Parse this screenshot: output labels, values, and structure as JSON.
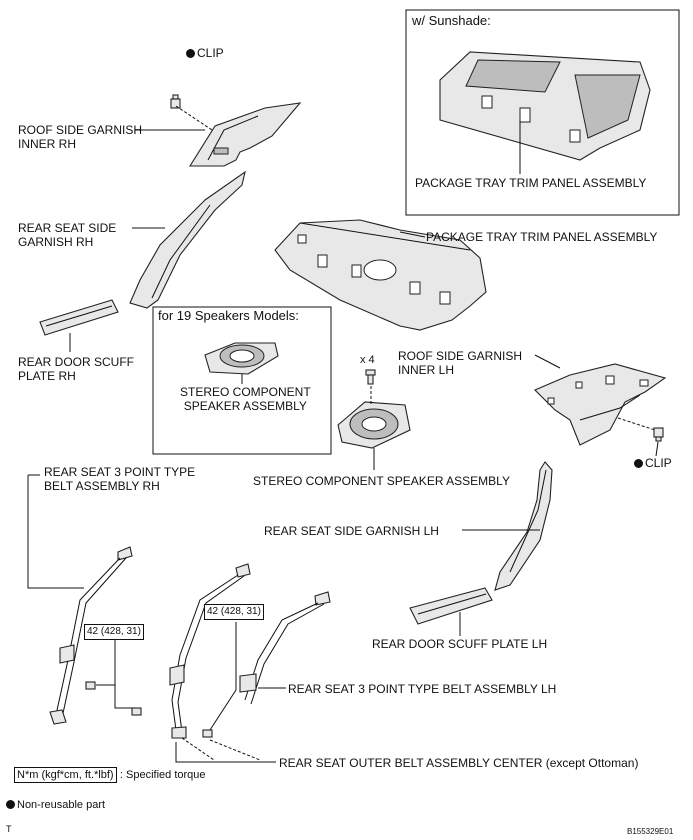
{
  "labels": {
    "clip_top": "CLIP",
    "roof_rh": [
      "ROOF SIDE GARNISH",
      "INNER RH"
    ],
    "rear_seat_side_rh": [
      "REAR SEAT SIDE",
      "GARNISH RH"
    ],
    "scuff_rh": [
      "REAR DOOR SCUFF",
      "PLATE RH"
    ],
    "sunshade_title": "w/ Sunshade:",
    "package_tray_box": "PACKAGE TRAY TRIM PANEL ASSEMBLY",
    "package_tray_main": "PACKAGE TRAY TRIM PANEL ASSEMBLY",
    "speakers_title": "for 19 Speakers Models:",
    "stereo_box": [
      "STEREO COMPONENT",
      "SPEAKER ASSEMBLY"
    ],
    "qty": "x 4",
    "roof_lh": [
      "ROOF SIDE GARNISH",
      "INNER LH"
    ],
    "clip_right": "CLIP",
    "stereo_main": "STEREO COMPONENT SPEAKER ASSEMBLY",
    "belt_rh": [
      "REAR SEAT 3 POINT TYPE",
      "BELT ASSEMBLY RH"
    ],
    "rear_seat_side_lh": "REAR SEAT SIDE GARNISH LH",
    "torque_left": "42 (428, 31)",
    "torque_mid": "42 (428, 31)",
    "scuff_lh": "REAR DOOR SCUFF PLATE LH",
    "belt_lh": "REAR SEAT 3 POINT TYPE BELT ASSEMBLY LH",
    "center_belt": "REAR SEAT OUTER BELT ASSEMBLY CENTER (except Ottoman)",
    "legend_unit": "N*m (kgf*cm, ft.*lbf)",
    "legend_torque": ": Specified torque",
    "legend_nonreusable": "Non-reusable part",
    "corner_left": "T",
    "figure_code": "B155329E01"
  }
}
